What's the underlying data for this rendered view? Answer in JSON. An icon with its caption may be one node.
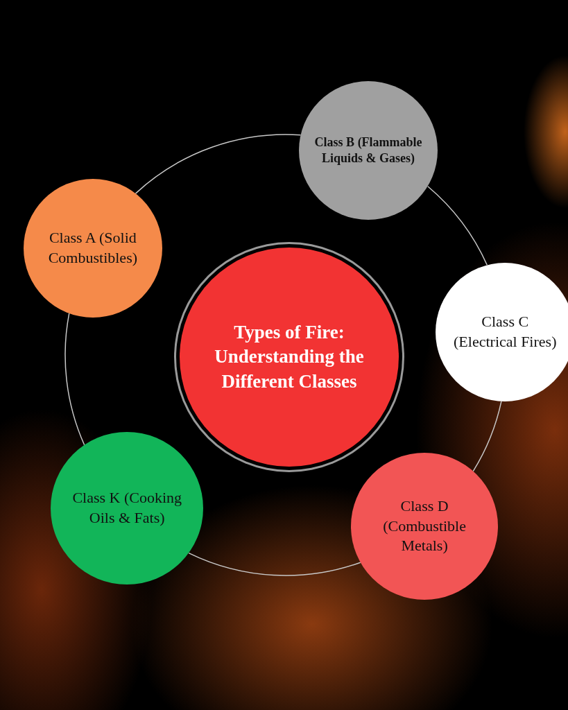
{
  "diagram": {
    "nodes": [
      {
        "text": [
          "Types of Fire: Understanding the Different Classes"
        ]
      },
      {
        "text": [
          "Class A (Solid Combustibles)"
        ]
      },
      {
        "text": [
          "Class B (Flammable Liquids & Gases)"
        ]
      },
      {
        "text": [
          "Class C (Electrical Fires)"
        ]
      },
      {
        "text": [
          "Class D (Combustible Metals)"
        ]
      },
      {
        "text": [
          "Class K (Cooking Oils & Fats)"
        ]
      }
    ],
    "edges": [
      {
        "from": 1,
        "to": 2,
        "arrow": "none"
      },
      {
        "from": 2,
        "to": 3,
        "arrow": "none"
      },
      {
        "from": 3,
        "to": 4,
        "arrow": "none"
      },
      {
        "from": 4,
        "to": 5,
        "arrow": "none"
      },
      {
        "from": 5,
        "to": 1,
        "arrow": "none"
      }
    ]
  }
}
